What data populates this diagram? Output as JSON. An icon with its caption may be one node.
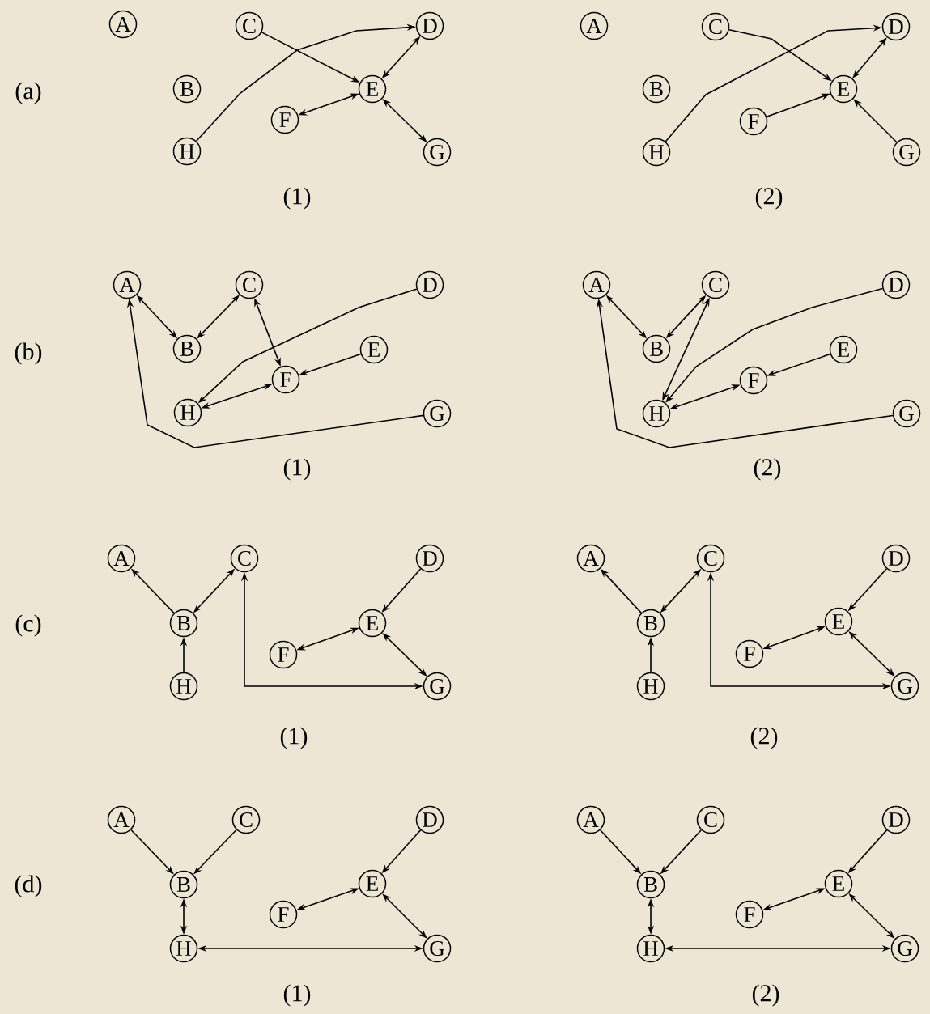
{
  "diagram": {
    "nodes": [
      {
        "text": [
          "A"
        ]
      },
      {
        "text": [
          "B"
        ]
      },
      {
        "text": [
          "C"
        ]
      },
      {
        "text": [
          "D"
        ]
      },
      {
        "text": [
          "E"
        ]
      },
      {
        "text": [
          "F"
        ]
      },
      {
        "text": [
          "G"
        ]
      },
      {
        "text": [
          "H"
        ]
      },
      {
        "text": [
          "A"
        ]
      },
      {
        "text": [
          "B"
        ]
      },
      {
        "text": [
          "C"
        ]
      },
      {
        "text": [
          "D"
        ]
      },
      {
        "text": [
          "E"
        ]
      },
      {
        "text": [
          "F"
        ]
      },
      {
        "text": [
          "G"
        ]
      },
      {
        "text": [
          "H"
        ]
      },
      {
        "text": [
          "A"
        ]
      },
      {
        "text": [
          "B"
        ]
      },
      {
        "text": [
          "C"
        ]
      },
      {
        "text": [
          "D"
        ]
      },
      {
        "text": [
          "E"
        ]
      },
      {
        "text": [
          "F"
        ]
      },
      {
        "text": [
          "G"
        ]
      },
      {
        "text": [
          "H"
        ]
      },
      {
        "text": [
          "A"
        ]
      },
      {
        "text": [
          "B"
        ]
      },
      {
        "text": [
          "C"
        ]
      },
      {
        "text": [
          "D"
        ]
      },
      {
        "text": [
          "E"
        ]
      },
      {
        "text": [
          "F"
        ]
      },
      {
        "text": [
          "G"
        ]
      },
      {
        "text": [
          "H"
        ]
      },
      {
        "text": [
          "A"
        ]
      },
      {
        "text": [
          "B"
        ]
      },
      {
        "text": [
          "C"
        ]
      },
      {
        "text": [
          "D"
        ]
      },
      {
        "text": [
          "E"
        ]
      },
      {
        "text": [
          "F"
        ]
      },
      {
        "text": [
          "G"
        ]
      },
      {
        "text": [
          "H"
        ]
      },
      {
        "text": [
          "A"
        ]
      },
      {
        "text": [
          "B"
        ]
      },
      {
        "text": [
          "C"
        ]
      },
      {
        "text": [
          "D"
        ]
      },
      {
        "text": [
          "E"
        ]
      },
      {
        "text": [
          "F"
        ]
      },
      {
        "text": [
          "G"
        ]
      },
      {
        "text": [
          "H"
        ]
      },
      {
        "text": [
          "A"
        ]
      },
      {
        "text": [
          "B"
        ]
      },
      {
        "text": [
          "C"
        ]
      },
      {
        "text": [
          "D"
        ]
      },
      {
        "text": [
          "E"
        ]
      },
      {
        "text": [
          "F"
        ]
      },
      {
        "text": [
          "G"
        ]
      },
      {
        "text": [
          "H"
        ]
      },
      {
        "text": [
          "A"
        ]
      },
      {
        "text": [
          "B"
        ]
      },
      {
        "text": [
          "C"
        ]
      },
      {
        "text": [
          "D"
        ]
      },
      {
        "text": [
          "E"
        ]
      },
      {
        "text": [
          "F"
        ]
      },
      {
        "text": [
          "G"
        ]
      },
      {
        "text": [
          "H"
        ]
      }
    ],
    "edges": [
      {
        "from": 2,
        "to": 4,
        "arrow": "to"
      },
      {
        "from": 7,
        "to": 3,
        "arrow": "to"
      },
      {
        "from": 3,
        "to": 4,
        "arrow": "both"
      },
      {
        "from": 5,
        "to": 4,
        "arrow": "both"
      },
      {
        "from": 4,
        "to": 6,
        "arrow": "both"
      },
      {
        "from": 10,
        "to": 12,
        "arrow": "to"
      },
      {
        "from": 15,
        "to": 11,
        "arrow": "to"
      },
      {
        "from": 11,
        "to": 12,
        "arrow": "both"
      },
      {
        "from": 13,
        "to": 12,
        "arrow": "to"
      },
      {
        "from": 14,
        "to": 12,
        "arrow": "to"
      },
      {
        "from": 16,
        "to": 17,
        "arrow": "both"
      },
      {
        "from": 17,
        "to": 18,
        "arrow": "both"
      },
      {
        "from": 18,
        "to": 21,
        "arrow": "both"
      },
      {
        "from": 19,
        "to": 23,
        "arrow": "to"
      },
      {
        "from": 20,
        "to": 21,
        "arrow": "to"
      },
      {
        "from": 23,
        "to": 21,
        "arrow": "both"
      },
      {
        "from": 22,
        "to": 16,
        "arrow": "to"
      },
      {
        "from": 24,
        "to": 25,
        "arrow": "both"
      },
      {
        "from": 25,
        "to": 26,
        "arrow": "both"
      },
      {
        "from": 26,
        "to": 31,
        "arrow": "both"
      },
      {
        "from": 27,
        "to": 31,
        "arrow": "to"
      },
      {
        "from": 28,
        "to": 29,
        "arrow": "to"
      },
      {
        "from": 31,
        "to": 29,
        "arrow": "both"
      },
      {
        "from": 30,
        "to": 24,
        "arrow": "to"
      },
      {
        "from": 33,
        "to": 32,
        "arrow": "to"
      },
      {
        "from": 33,
        "to": 34,
        "arrow": "both"
      },
      {
        "from": 39,
        "to": 33,
        "arrow": "to"
      },
      {
        "from": 34,
        "to": 38,
        "arrow": "both"
      },
      {
        "from": 35,
        "to": 36,
        "arrow": "to"
      },
      {
        "from": 37,
        "to": 36,
        "arrow": "both"
      },
      {
        "from": 36,
        "to": 38,
        "arrow": "both"
      },
      {
        "from": 41,
        "to": 40,
        "arrow": "to"
      },
      {
        "from": 41,
        "to": 42,
        "arrow": "both"
      },
      {
        "from": 47,
        "to": 41,
        "arrow": "to"
      },
      {
        "from": 42,
        "to": 46,
        "arrow": "both"
      },
      {
        "from": 43,
        "to": 44,
        "arrow": "to"
      },
      {
        "from": 45,
        "to": 44,
        "arrow": "both"
      },
      {
        "from": 44,
        "to": 46,
        "arrow": "both"
      },
      {
        "from": 48,
        "to": 49,
        "arrow": "to"
      },
      {
        "from": 50,
        "to": 49,
        "arrow": "to"
      },
      {
        "from": 49,
        "to": 55,
        "arrow": "both"
      },
      {
        "from": 55,
        "to": 54,
        "arrow": "both"
      },
      {
        "from": 51,
        "to": 52,
        "arrow": "to"
      },
      {
        "from": 53,
        "to": 52,
        "arrow": "both"
      },
      {
        "from": 52,
        "to": 54,
        "arrow": "both"
      },
      {
        "from": 56,
        "to": 57,
        "arrow": "to"
      },
      {
        "from": 58,
        "to": 57,
        "arrow": "to"
      },
      {
        "from": 57,
        "to": 63,
        "arrow": "both"
      },
      {
        "from": 63,
        "to": 62,
        "arrow": "both"
      },
      {
        "from": 59,
        "to": 60,
        "arrow": "to"
      },
      {
        "from": 61,
        "to": 60,
        "arrow": "both"
      },
      {
        "from": 60,
        "to": 62,
        "arrow": "both"
      }
    ],
    "labels": [
      "(a)",
      "(1)",
      "(2)",
      "(b)",
      "(1)",
      "(2)",
      "(c)",
      "(1)",
      "(2)",
      "(d)",
      "(1)",
      "(2)"
    ]
  }
}
